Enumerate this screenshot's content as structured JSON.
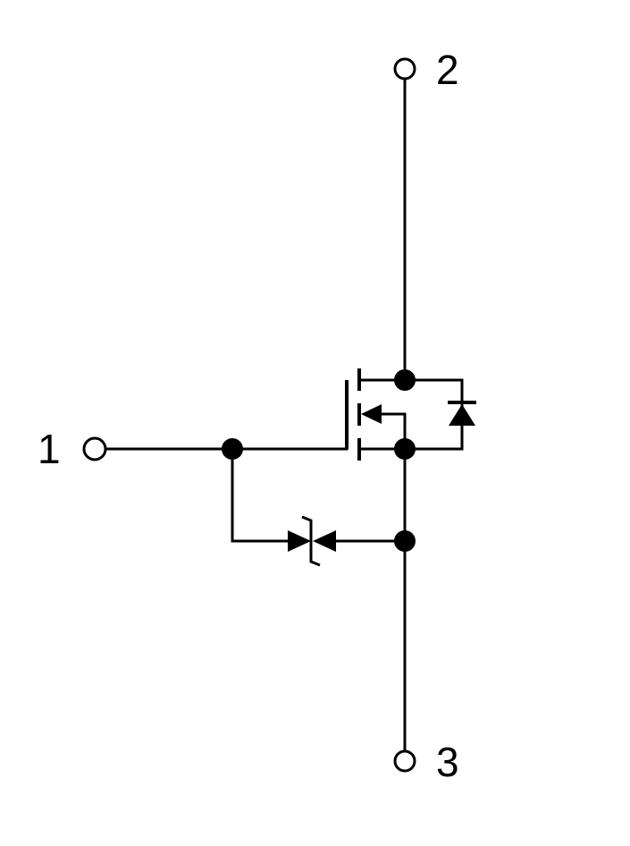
{
  "pins": {
    "pin1": "1",
    "pin2": "2",
    "pin3": "3"
  },
  "colors": {
    "line": "#000000",
    "background": "#ffffff"
  },
  "components": [
    "n-channel-mosfet-symbol",
    "body-diode-symbol",
    "zener-diode-symbol"
  ]
}
